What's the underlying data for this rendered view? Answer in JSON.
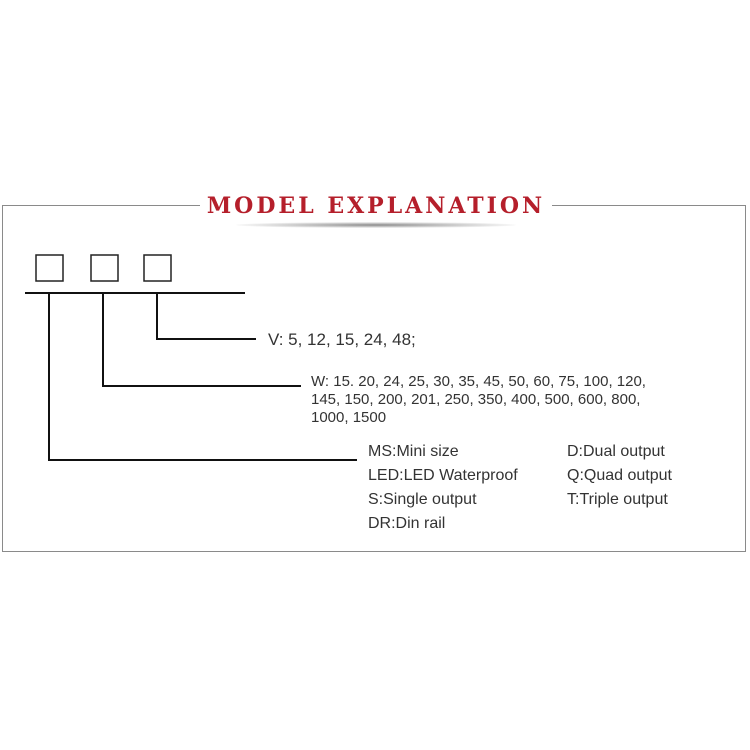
{
  "title": "MODEL EXPLANATION",
  "voltage_line": "V: 5, 12, 15, 24, 48;",
  "wattage_lines": [
    "W: 15. 20, 24, 25, 30, 35, 45, 50, 60,  75, 100, 120,",
    "145, 150, 200, 201, 250, 350, 400, 500, 600, 800,",
    "1000, 1500"
  ],
  "type_left": [
    "MS:Mini size",
    "LED:LED Waterproof",
    "S:Single output",
    "DR:Din rail"
  ],
  "type_right": [
    "D:Dual output",
    "Q:Quad output",
    "T:Triple output"
  ]
}
